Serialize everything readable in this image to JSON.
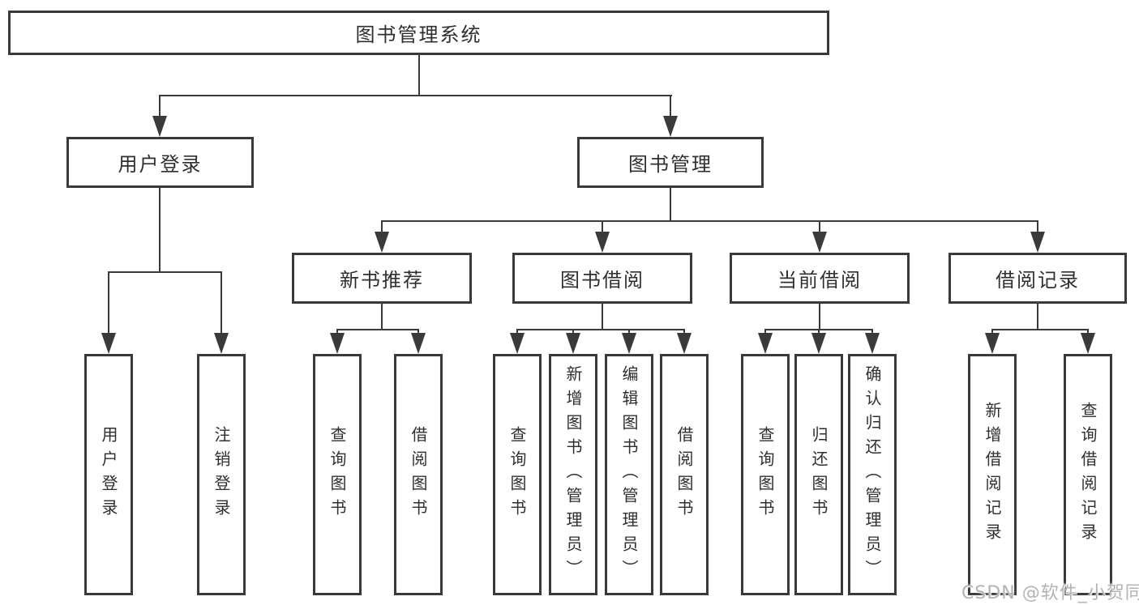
{
  "diagram": {
    "root": {
      "label": "图书管理系统"
    },
    "level2": [
      {
        "label": "用户登录"
      },
      {
        "label": "图书管理"
      }
    ],
    "level3": [
      {
        "label": "新书推荐"
      },
      {
        "label": "图书借阅"
      },
      {
        "label": "当前借阅"
      },
      {
        "label": "借阅记录"
      }
    ],
    "leaves": {
      "user_login": [
        {
          "label": "用户登录"
        },
        {
          "label": "注销登录"
        }
      ],
      "new_book": [
        {
          "label": "查询图书"
        },
        {
          "label": "借阅图书"
        }
      ],
      "book_borrow": [
        {
          "label": "查询图书"
        },
        {
          "label": "新增图书（管理员）"
        },
        {
          "label": "编辑图书（管理员）"
        },
        {
          "label": "借阅图书"
        }
      ],
      "current_borrow": [
        {
          "label": "查询图书"
        },
        {
          "label": "归还图书"
        },
        {
          "label": "确认归还（管理员）"
        }
      ],
      "borrow_records": [
        {
          "label": "新增借阅记录"
        },
        {
          "label": "查询借阅记录"
        }
      ]
    },
    "colors": {
      "line": "#3a3a3a",
      "text": "#2f2f2f",
      "background": "#ffffff",
      "watermark": "#b3b3b3"
    }
  },
  "watermark": {
    "text": "CSDN @软件_小贺同学"
  }
}
